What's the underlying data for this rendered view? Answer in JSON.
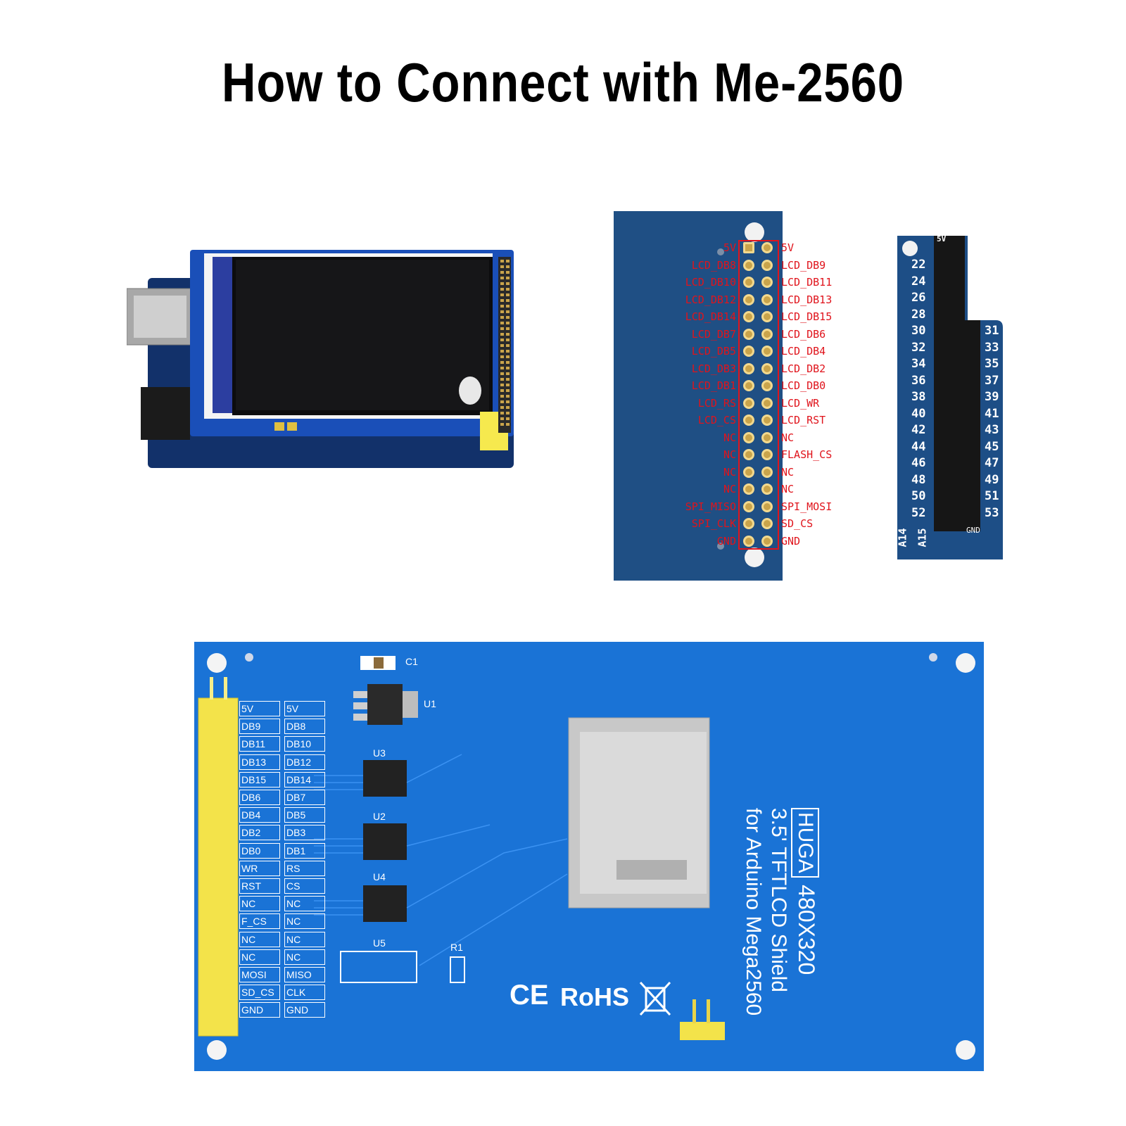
{
  "title": "How to Connect with Me-2560",
  "header_diagram": {
    "left_labels": [
      "5V",
      "LCD_DB8",
      "LCD_DB10",
      "LCD_DB12",
      "LCD_DB14",
      "LCD_DB7",
      "LCD_DB5",
      "LCD_DB3",
      "LCD_DB1",
      "LCD_RS",
      "LCD_CS",
      "NC",
      "NC",
      "NC",
      "NC",
      "SPI_MISO",
      "SPI_CLK",
      "GND"
    ],
    "right_labels": [
      "5V",
      "LCD_DB9",
      "LCD_DB11",
      "LCD_DB13",
      "LCD_DB15",
      "LCD_DB6",
      "LCD_DB4",
      "LCD_DB2",
      "LCD_DB0",
      "LCD_WR",
      "LCD_RST",
      "NC",
      "FLASH_CS",
      "NC",
      "NC",
      "SPI_MOSI",
      "SD_CS",
      "GND"
    ]
  },
  "mega_header": {
    "top_label": "5V",
    "left_numbers": [
      "22",
      "24",
      "26",
      "28",
      "30",
      "32",
      "34",
      "36",
      "38",
      "40",
      "42",
      "44",
      "46",
      "48",
      "50",
      "52"
    ],
    "right_numbers": [
      "31",
      "33",
      "35",
      "37",
      "39",
      "41",
      "43",
      "45",
      "47",
      "49",
      "51",
      "53"
    ],
    "bottom_left": [
      "A14",
      "A15"
    ],
    "bottom_right": "GND"
  },
  "board_back": {
    "pin_table_left": [
      "5V",
      "DB9",
      "DB11",
      "DB13",
      "DB15",
      "DB6",
      "DB4",
      "DB2",
      "DB0",
      "WR",
      "RST",
      "NC",
      "F_CS",
      "NC",
      "NC",
      "MOSI",
      "SD_CS",
      "GND"
    ],
    "pin_table_right": [
      "5V",
      "DB8",
      "DB10",
      "DB12",
      "DB14",
      "DB7",
      "DB5",
      "DB3",
      "DB1",
      "RS",
      "CS",
      "NC",
      "NC",
      "NC",
      "NC",
      "MISO",
      "CLK",
      "GND"
    ],
    "components": [
      "C1",
      "U1",
      "U3",
      "U2",
      "U4",
      "U5",
      "R1"
    ],
    "brand": "HUGA",
    "line1": "480X320",
    "line2": "3.5' TFTLCD Shield",
    "line3": "for Arduino Mega2560",
    "ce_mark": "CE",
    "rohs": "RoHS"
  },
  "colors": {
    "pcb_blue": "#1a73d6",
    "pcb_dark_blue": "#1f4f84",
    "label_red": "#e0141c",
    "header_yellow": "#f3e34a"
  }
}
